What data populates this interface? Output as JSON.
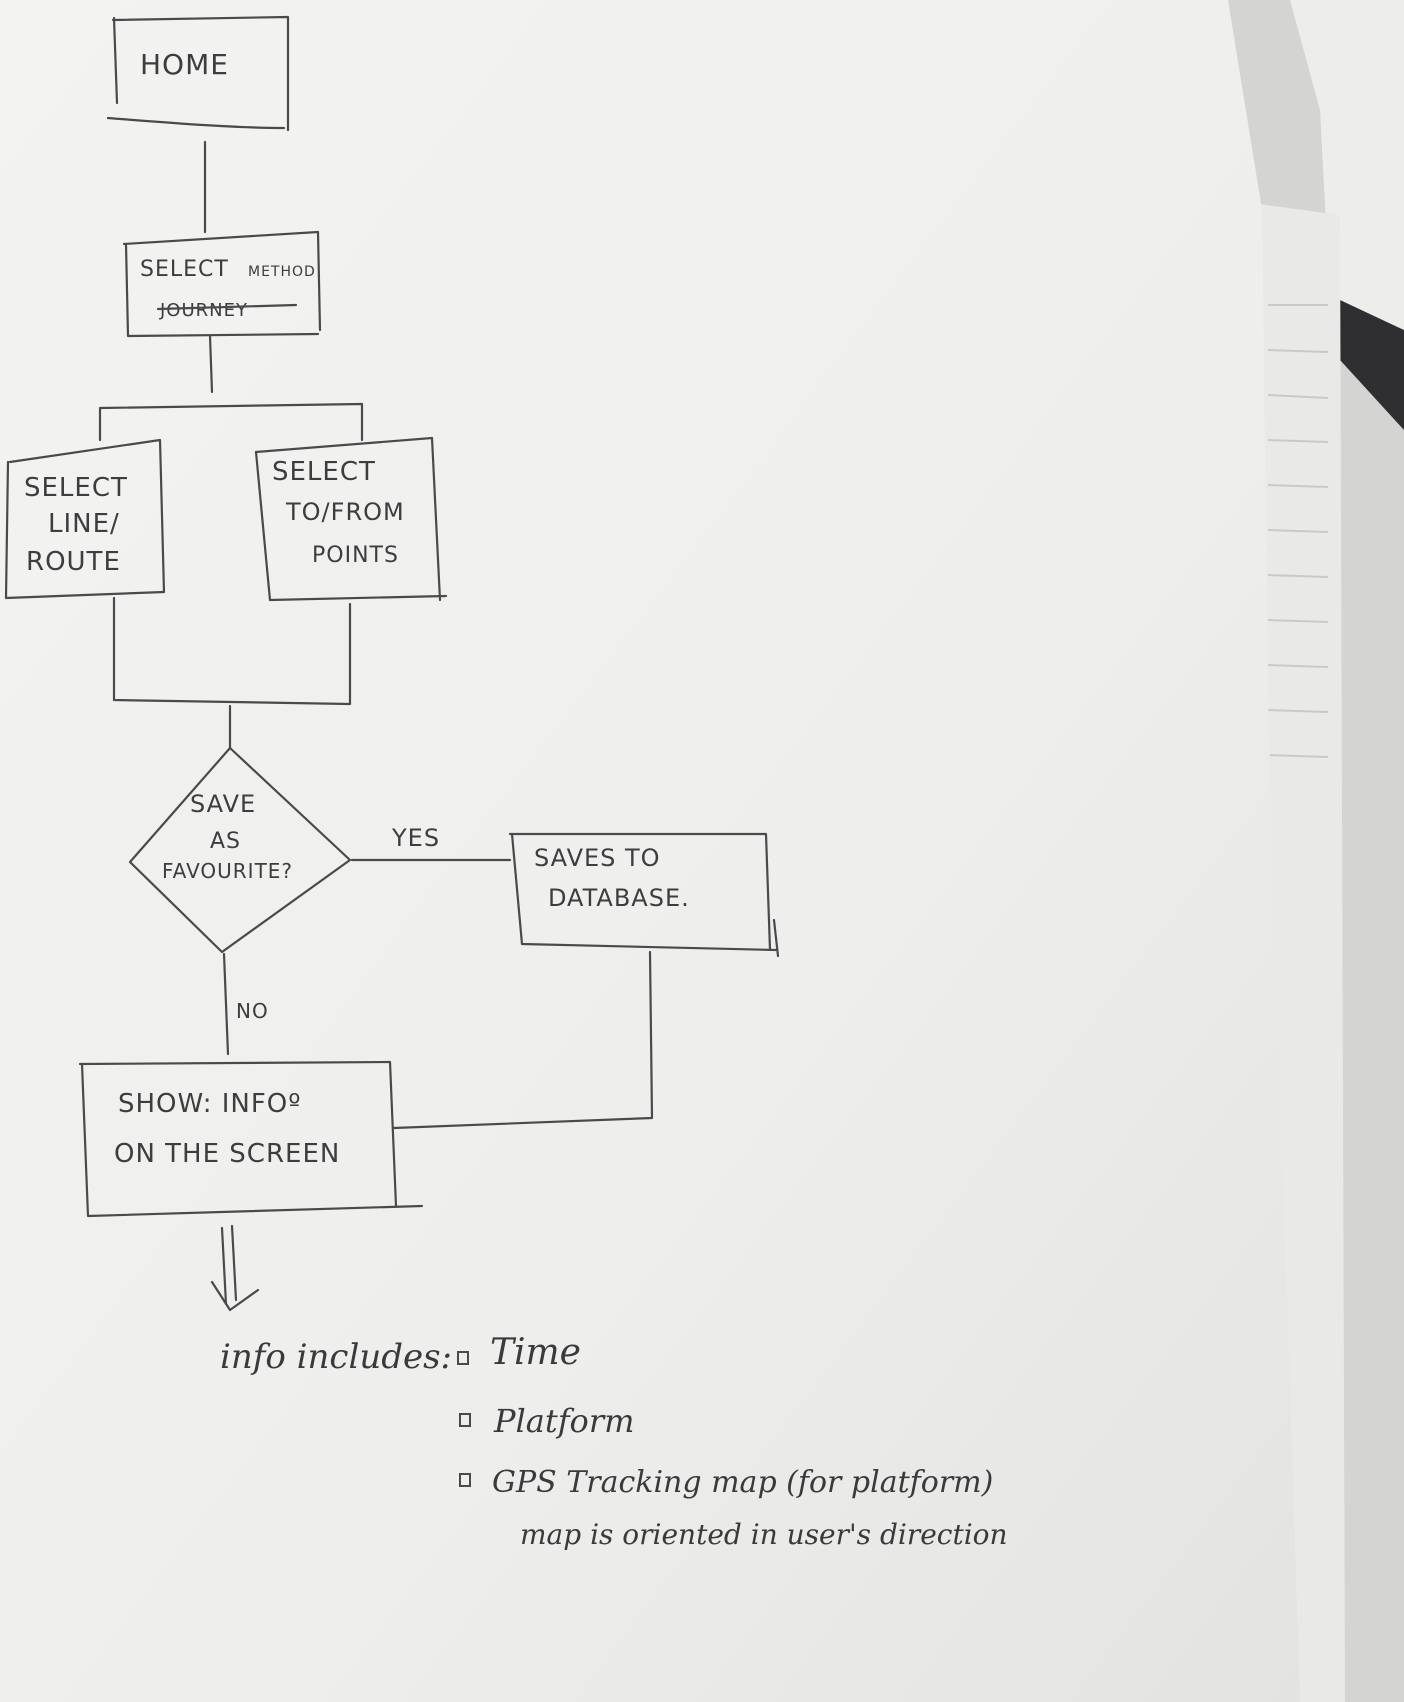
{
  "nodes": {
    "home": "HOME",
    "select_method_top": "SELECT",
    "select_method_struck": "JOURNEY",
    "select_method_insert": "METHOD",
    "select_line_route": [
      "SELECT",
      "LINE/",
      "ROUTE"
    ],
    "select_to_from": [
      "SELECT",
      "TO/FROM",
      "POINTS"
    ],
    "save_decision": [
      "SAVE",
      "AS",
      "FAVOURITE?"
    ],
    "saves_to_database": [
      "SAVES TO",
      "DATABASE."
    ],
    "show_info": [
      "SHOW: INFOº",
      "ON THE SCREEN"
    ]
  },
  "edges": {
    "yes_label": "YES",
    "no_label": "NO"
  },
  "info_notes": {
    "heading": "info includes:",
    "items": [
      "Time",
      "Platform",
      "GPS Tracking map (for platform)"
    ],
    "sub_note": "map is oriented in user's direction"
  }
}
